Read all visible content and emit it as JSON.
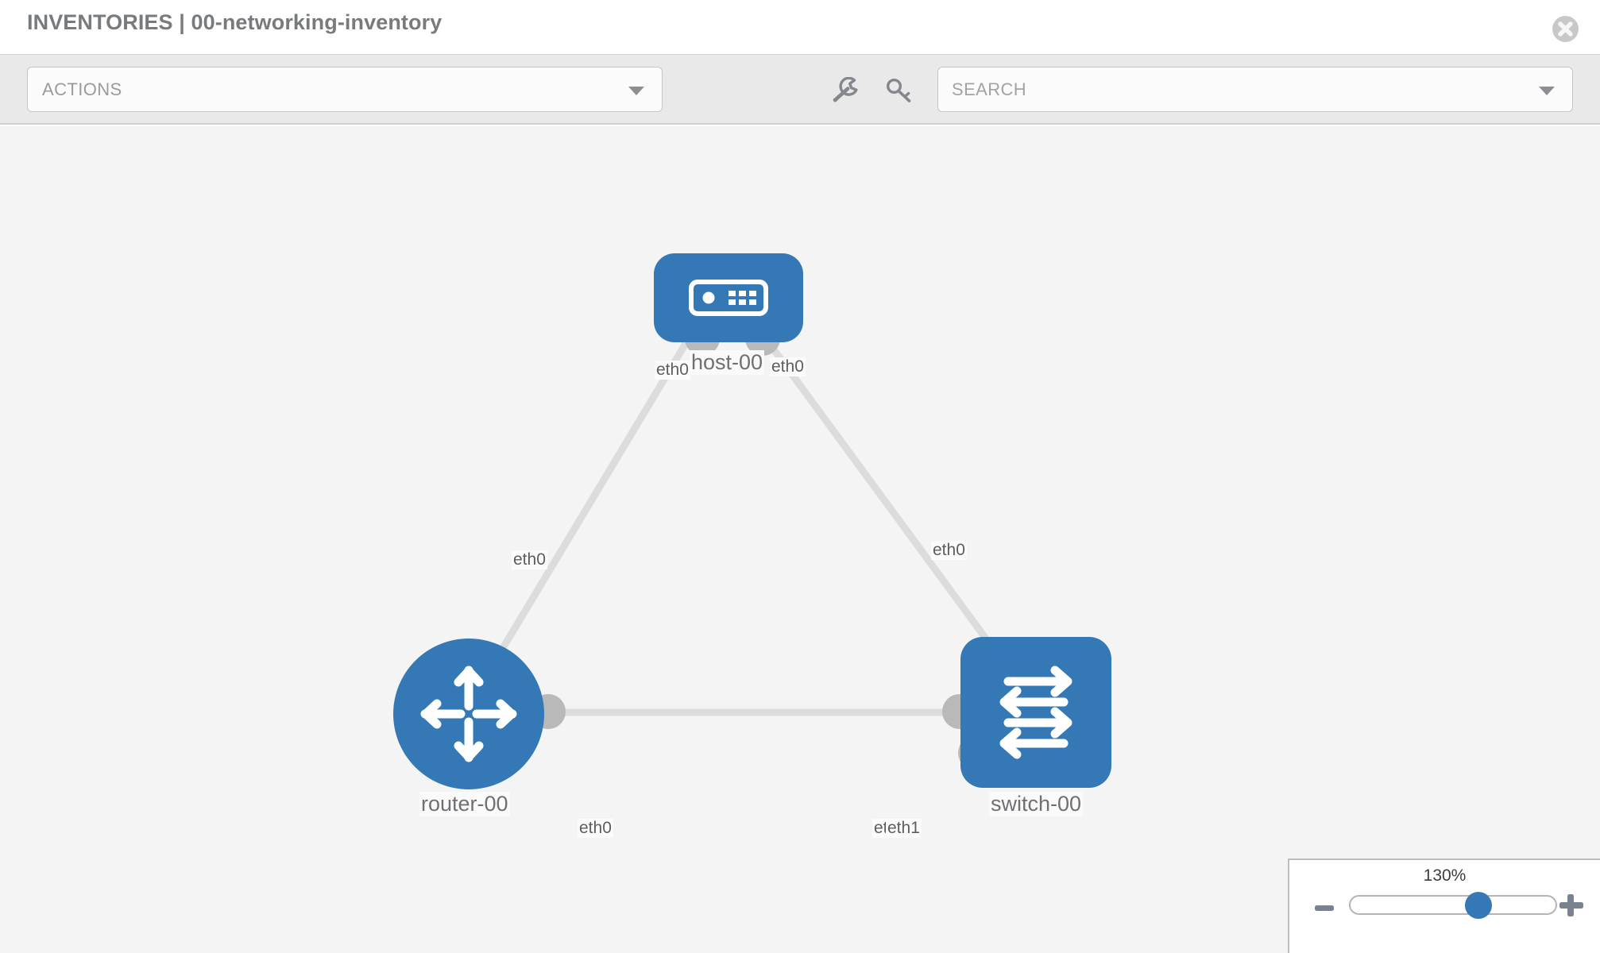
{
  "header": {
    "title": "INVENTORIES | 00-networking-inventory",
    "close_icon": "close-icon"
  },
  "toolbar": {
    "actions_label": "ACTIONS",
    "actions_caret_icon": "chevron-down-icon",
    "wrench_icon": "wrench-icon",
    "key_icon": "key-icon",
    "search_placeholder": "SEARCH",
    "search_value": "",
    "search_caret_icon": "chevron-down-icon"
  },
  "topology": {
    "nodes": [
      {
        "id": "host-00",
        "label": "host-00",
        "type": "host",
        "icon": "server-icon",
        "color": "#3479b5"
      },
      {
        "id": "router-00",
        "label": "router-00",
        "type": "router",
        "icon": "router-icon",
        "color": "#3479b5"
      },
      {
        "id": "switch-00",
        "label": "switch-00",
        "type": "switch",
        "icon": "switch-icon",
        "color": "#3479b5"
      }
    ],
    "links": [
      {
        "from": "router-00",
        "to": "host-00",
        "from_label": "eth0",
        "to_label": "eth0"
      },
      {
        "from": "host-00",
        "to": "switch-00",
        "from_label": "eth0",
        "to_label": "eth0"
      },
      {
        "from": "router-00",
        "to": "switch-00",
        "from_label": "eth0",
        "to_label": "eth1"
      }
    ],
    "edge_labels": {
      "host_left": "eth0",
      "host_right": "eth0",
      "router_up": "eth0",
      "switch_up": "eth0",
      "router_right": "eth0",
      "switch_left_under": "eth0",
      "switch_left": "eth1"
    },
    "link_color": "#dcdcdc",
    "connector_color": "#b9b9b9"
  },
  "zoom": {
    "value_label": "130%",
    "percent": 130,
    "slider_position_pct": 62,
    "minus_label": "minus-icon",
    "plus_label": "plus-icon"
  }
}
